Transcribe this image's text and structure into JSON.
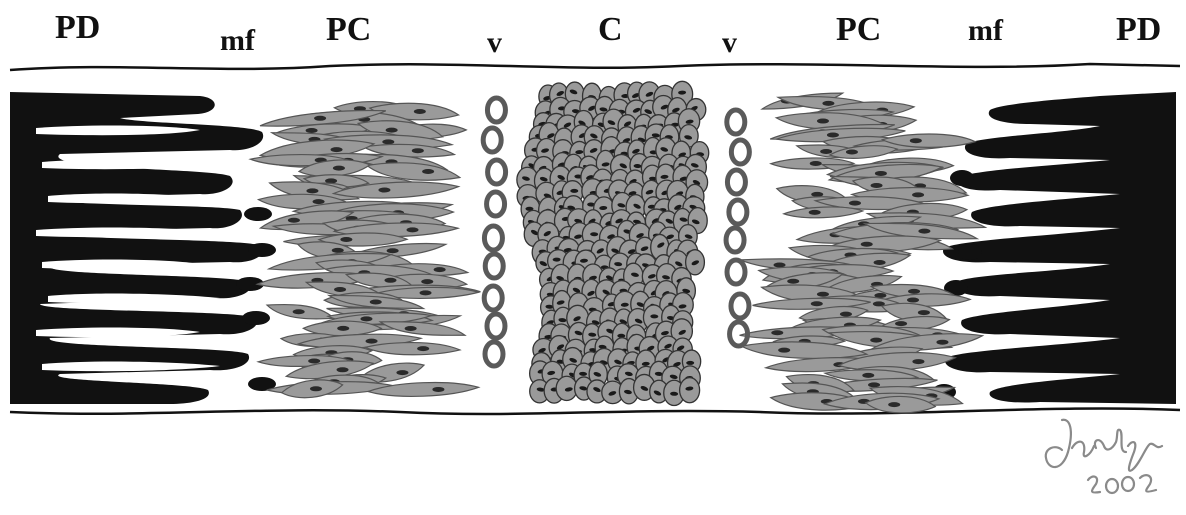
{
  "diagram": {
    "labels": {
      "pd_left": "PD",
      "mf_left": "mf",
      "pc_left": "PC",
      "v_left": "v",
      "c_center": "C",
      "v_right": "v",
      "pc_right": "PC",
      "mf_right": "mf",
      "pd_right": "PD"
    },
    "signature": {
      "name": "Jaclyn",
      "year": "2002"
    }
  },
  "colors": {
    "ink": "#111111",
    "cell_fill": "#9a9a9a",
    "cell_outline": "#555555",
    "vessel": "#5a5a5a",
    "signature": "#8a8a8a"
  }
}
